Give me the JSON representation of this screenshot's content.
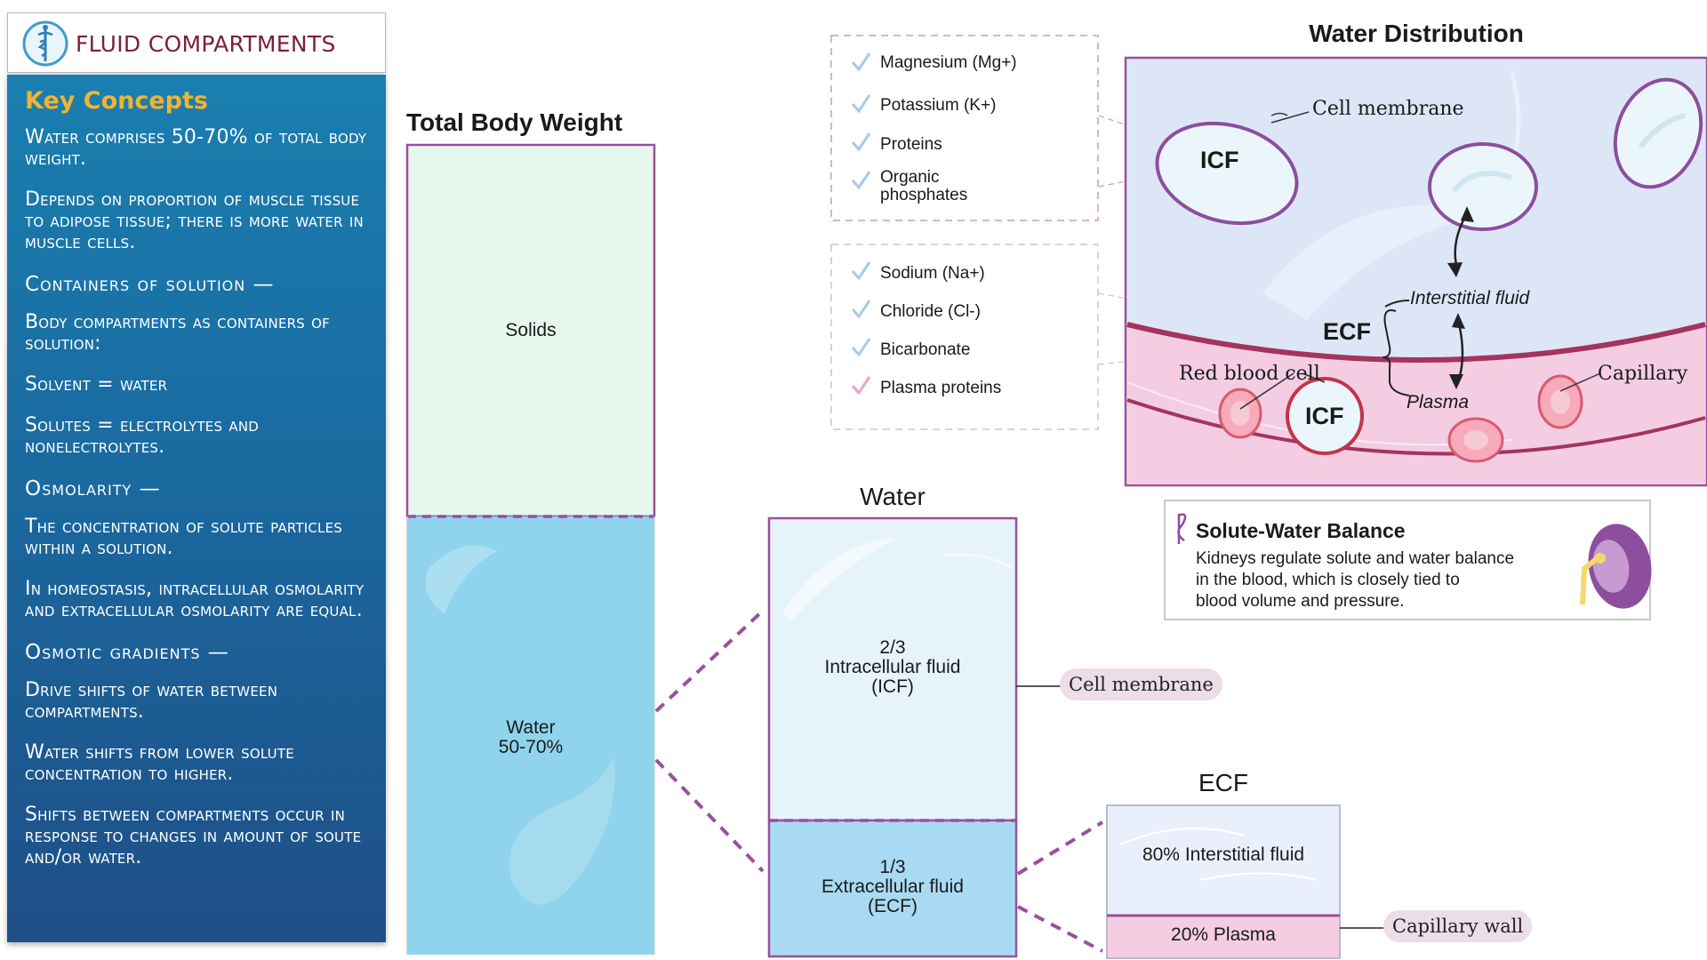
{
  "header": {
    "title": "FLUID COMPARTMENTS",
    "logo_icon": "caduceus-icon"
  },
  "key_concepts": {
    "title": "Key Concepts",
    "items": [
      {
        "type": "p",
        "text": "Water comprises 50-70% of total body weight."
      },
      {
        "type": "p",
        "text": "Depends on proportion of muscle tissue to adipose tissue; there is more water in muscle cells."
      },
      {
        "type": "h",
        "text": "Containers of solution —"
      },
      {
        "type": "p",
        "text": "Body compartments as containers of solution:"
      },
      {
        "type": "p",
        "text": "Solvent = water"
      },
      {
        "type": "p",
        "text": "Solutes = electrolytes and nonelectrolytes."
      },
      {
        "type": "h",
        "text": "Osmolarity —"
      },
      {
        "type": "p",
        "text": "The concentration of solute particles within a solution."
      },
      {
        "type": "p",
        "text": "In homeostasis, intracellular osmolarity and extracellular osmolarity are equal."
      },
      {
        "type": "h",
        "text": "Osmotic gradients —"
      },
      {
        "type": "p",
        "text": "Drive shifts of water between compartments."
      },
      {
        "type": "p",
        "text": "Water shifts from lower solute concentration to higher."
      },
      {
        "type": "p",
        "text": "Shifts between compartments occur in response to changes in amount of soute and/or water."
      }
    ]
  },
  "tbw": {
    "title": "Total Body Weight",
    "solids": "Solids",
    "water_line1": "Water",
    "water_line2": "50-70%"
  },
  "water": {
    "title": "Water",
    "icf_line1": "2/3",
    "icf_line2": "Intracellular fluid",
    "icf_line3": "(ICF)",
    "ecf_line1": "1/3",
    "ecf_line2": "Extracellular fluid",
    "ecf_line3": "(ECF)",
    "cell_membrane_chip": "Cell membrane"
  },
  "ecf": {
    "title": "ECF",
    "interstitial": "80% Interstitial fluid",
    "plasma": "20% Plasma",
    "capillary_wall_chip": "Capillary wall"
  },
  "icf_list": [
    "Magnesium (Mg+)",
    "Potassium (K+)",
    "Proteins",
    "Organic",
    "phosphates"
  ],
  "ecf_list": [
    "Sodium (Na+)",
    "Chloride (Cl-)",
    "Bicarbonate",
    "Plasma proteins"
  ],
  "colors": {
    "check_blue": "#a9c9e6",
    "check_pink": "#e7a4d3",
    "accent_purple": "#9c4f9c"
  },
  "water_distribution": {
    "title": "Water Distribution",
    "cell_membrane": "Cell membrane",
    "icf_top": "ICF",
    "ecf": "ECF",
    "interstitial": "Interstitial fluid",
    "plasma": "Plasma",
    "red_blood_cell": "Red blood cell",
    "icf_rbc": "ICF",
    "capillary": "Capillary"
  },
  "solute_balance": {
    "title": "Solute-Water Balance",
    "line1": "Kidneys regulate solute and water balance",
    "line2": "in the blood, which is closely tied to",
    "line3": "blood volume and pressure.",
    "icon": "caduceus-icon",
    "kidney_icon": "kidney-icon"
  }
}
